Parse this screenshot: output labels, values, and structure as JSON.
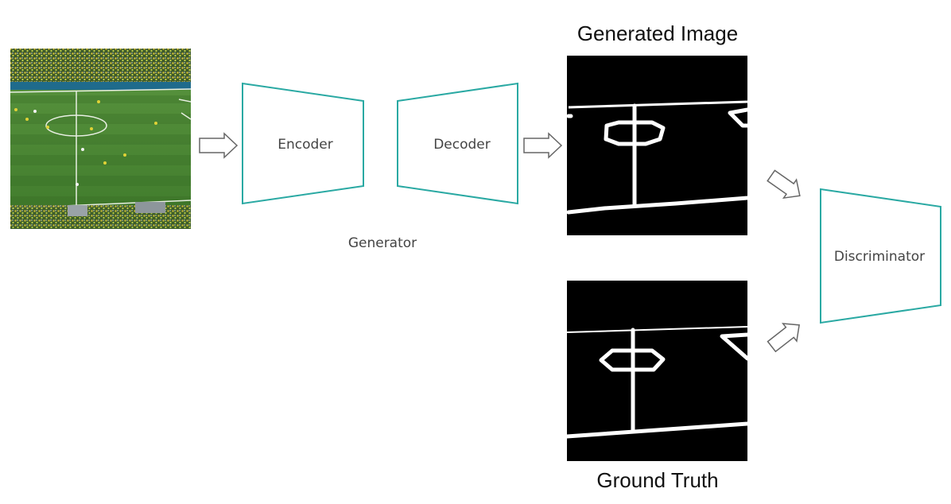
{
  "diagram": {
    "encoder_label": "Encoder",
    "decoder_label": "Decoder",
    "generator_label": "Generator",
    "discriminator_label": "Discriminator",
    "generated_title": "Generated Image",
    "ground_truth_title": "Ground Truth"
  },
  "colors": {
    "block_stroke": "#2aa9a3",
    "arrow_stroke": "#666666",
    "pitch_green": "#4f8a34",
    "mask_background": "#000000"
  },
  "icons": [
    "hollow-arrow-icon"
  ]
}
